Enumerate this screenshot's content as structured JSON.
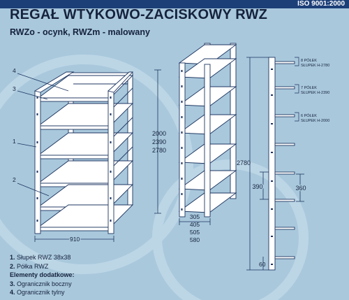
{
  "header": {
    "title": "REGAŁ WTYKOWO-ZACISKOWY RWZ",
    "subtitle": "RWZo - ocynk, RWZm - malowany",
    "certification": "ISO 9001:2000"
  },
  "callouts": [
    "4",
    "3",
    "1",
    "2"
  ],
  "dimensions": {
    "width": "910",
    "heights": [
      "2000",
      "2390",
      "2780"
    ],
    "depths": [
      "305",
      "405",
      "505",
      "580"
    ],
    "upright_total": "2780",
    "pitch": "390",
    "pitch_alt": "360",
    "bottom": "60"
  },
  "configs": [
    {
      "shelves": "8 PÓŁEK",
      "upright": "SŁUPEK H-2780"
    },
    {
      "shelves": "7 PÓŁEK",
      "upright": "SŁUPEK H-2390"
    },
    {
      "shelves": "6 PÓŁEK",
      "upright": "SŁUPEK H-2000"
    }
  ],
  "legend": {
    "item1_num": "1.",
    "item1_text": "Słupek RWZ  38x38",
    "item2_num": "2.",
    "item2_text": "Półka RWZ",
    "extras_heading": "Elementy dodatkowe:",
    "item3_num": "3.",
    "item3_text": "Ogranicznik boczny",
    "item4_num": "4.",
    "item4_text": "Ogranicznik tylny"
  },
  "colors": {
    "background": "#a9c8dc",
    "frame": "#ffffff",
    "outline": "#1d3560",
    "accent_bar": "#1c3f78"
  }
}
